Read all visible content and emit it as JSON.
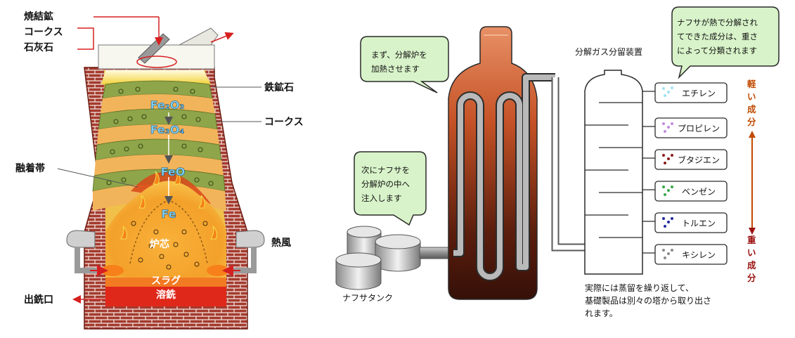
{
  "blast_furnace": {
    "charge_labels": [
      "焼結鉱",
      "コークス",
      "石灰石"
    ],
    "iron_ore_label": "鉄鉱石",
    "coke_label": "コークス",
    "cohesive_zone_label": "融着帯",
    "hot_blast_label": "熱風",
    "taphole_label": "出銑口",
    "reduction_steps": [
      "Fe₂O₃",
      "Fe₃O₄",
      "FeO",
      "Fe"
    ],
    "core_label": "炉芯",
    "slag_label": "スラグ",
    "molten_iron_label": "溶銑"
  },
  "naphtha_cracker": {
    "bubble_heat": [
      "まず、分解炉を",
      "加熱させます"
    ],
    "bubble_inject": [
      "次にナフサを",
      "分解炉の中へ",
      "注入します"
    ],
    "bubble_separate": [
      "ナフサが熱で分解され",
      "てできた成分は、重さ",
      "によって分類されます"
    ],
    "tank_label": "ナフサタンク",
    "column_title": "分解ガス分留装置",
    "products": [
      "エチレン",
      "プロピレン",
      "ブタジエン",
      "ベンゼン",
      "トルエン",
      "キシレン"
    ],
    "product_dot_colors": [
      "#9fe3f0",
      "#c58be0",
      "#8b1a1a",
      "#3aa64a",
      "#1f2b9c",
      "#8a8a8a"
    ],
    "axis_light": "軽い成分",
    "axis_heavy": "重い成分",
    "note": [
      "実際には蒸留を繰り返して、",
      "基礎製品は別々の塔から取り出さ",
      "れます。"
    ]
  }
}
